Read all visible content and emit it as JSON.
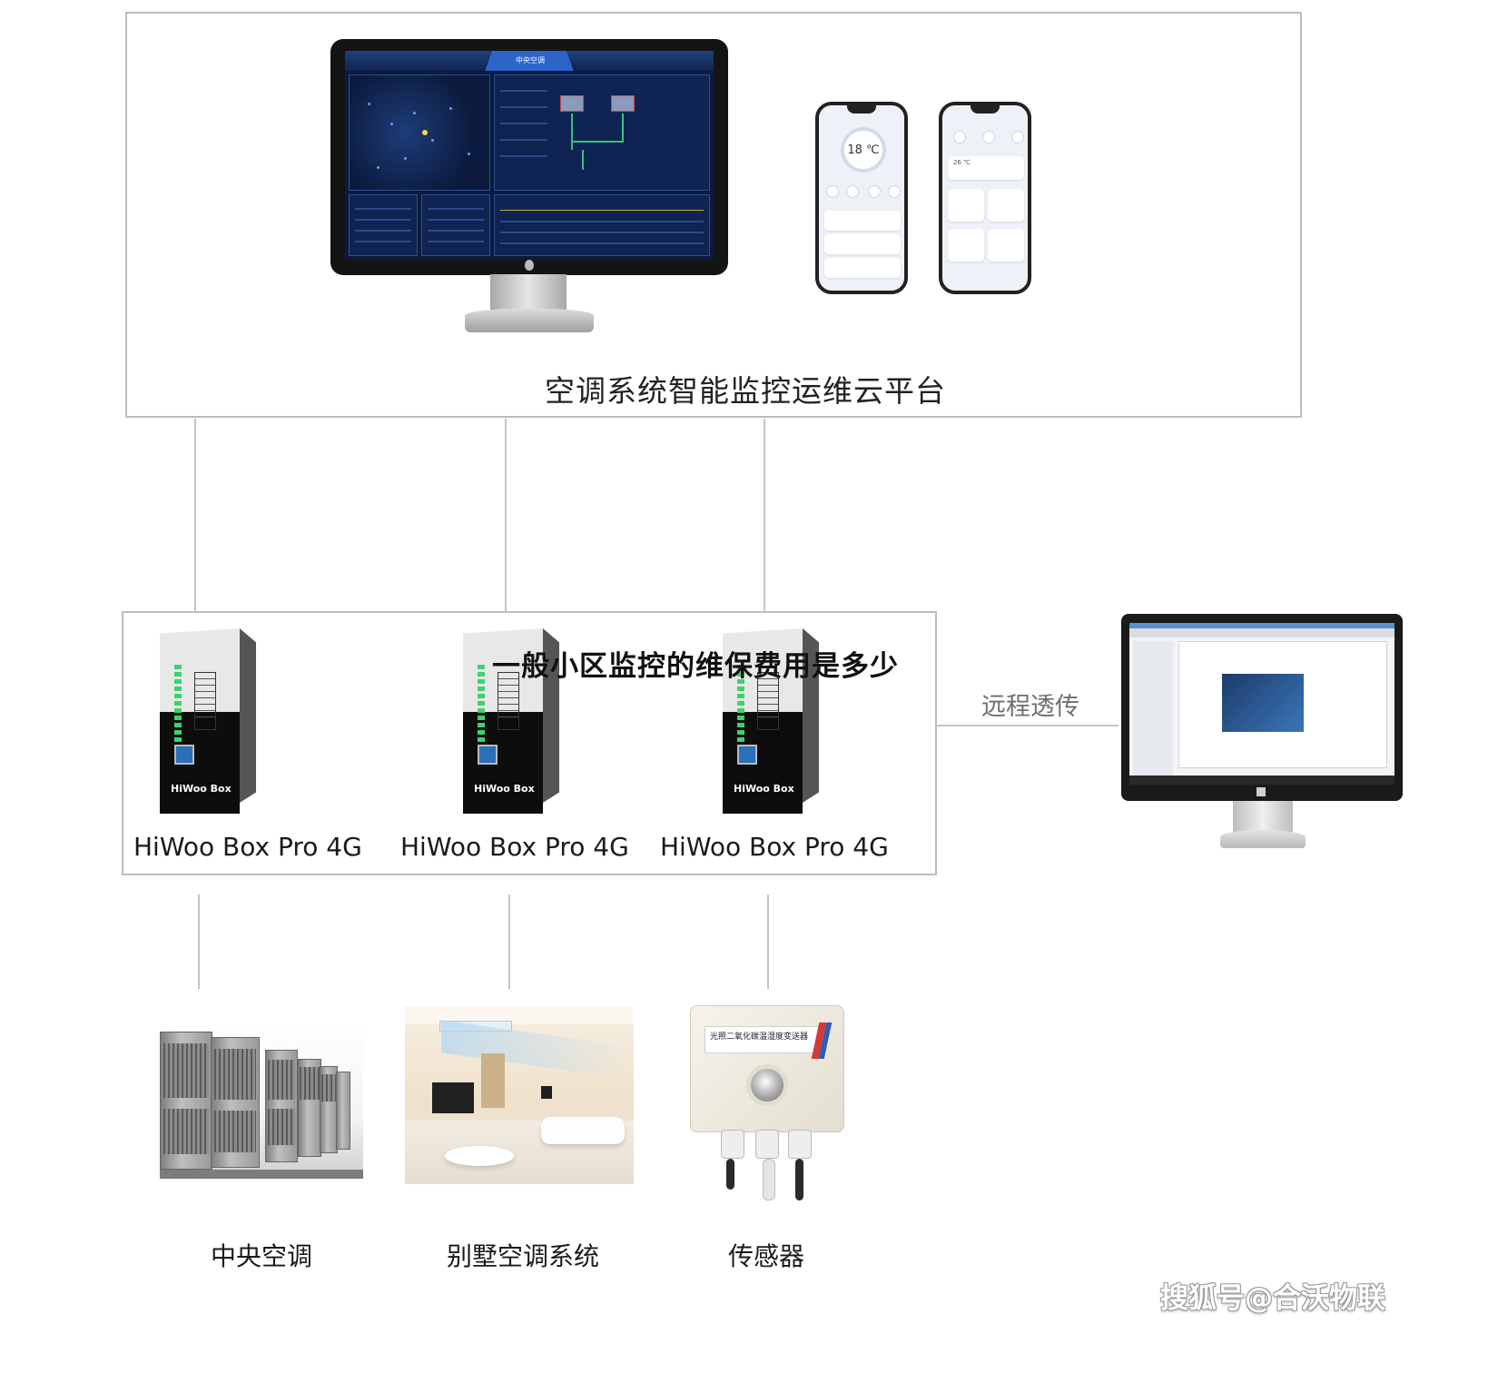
{
  "platform": {
    "title": "空调系统智能监控运维云平台"
  },
  "monitor_screen": {
    "center_title": "中央空调"
  },
  "phones": [
    {
      "temperature": "18 ℃"
    },
    {
      "temperature": "26 ℃"
    }
  ],
  "gateways": [
    {
      "label": "HiWoo Box Pro 4G",
      "brand": "HiWoo Box"
    },
    {
      "label": "HiWoo Box Pro 4G",
      "brand": "HiWoo Box"
    },
    {
      "label": "HiWoo Box Pro  4G",
      "brand": "HiWoo Box"
    }
  ],
  "overlay_title": "一般小区监控的维保费用是多少",
  "remote_link": {
    "label": "远程透传"
  },
  "devices": [
    {
      "label": "中央空调"
    },
    {
      "label": "别墅空调系统"
    },
    {
      "label": "传感器"
    }
  ],
  "sensor": {
    "name_label": "光照二氧化碳温湿度变送器"
  },
  "watermark": "搜狐号@合沃物联",
  "colors": {
    "frame_border": "#bdbdbd",
    "connector": "#c4c4c4",
    "screen_bg": "#0b1a3d",
    "led_green": "#3bd36f"
  }
}
